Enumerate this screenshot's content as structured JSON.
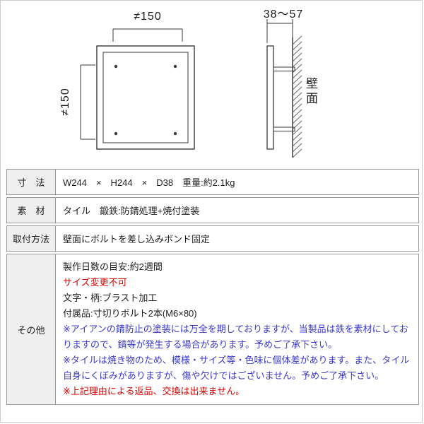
{
  "diagram": {
    "front_width_label": "≠150",
    "front_height_label": "≠150",
    "side_depth_label": "38〜57",
    "wall_label": "壁面"
  },
  "table": {
    "rows": [
      {
        "label": "寸　法",
        "value": "W244　×　H244　×　D38　重量:約2.1kg"
      },
      {
        "label": "素　材",
        "value": "タイル　鍛鉄:防錆処理+焼付塗装"
      },
      {
        "label": "取付方法",
        "value": "壁面にボルトを差し込みボンド固定"
      },
      {
        "label": "その他"
      }
    ],
    "other": {
      "lead_time": "製作日数の目安:約2週間",
      "size_notice": "サイズ変更不可",
      "finish": "文字・柄:ブラスト加工",
      "accessories": "付属品:寸切りボルト2本(M6×80)",
      "note_rust": "※アイアンの錆防止の塗装には万全を期しておりますが、当製品は鉄を素材にしておりますので、錆等が発生する場合があります。予めご了承下さい。",
      "note_tile": "※タイルは焼き物のため、模様・サイズ等・色味に個体差があります。また、タイル自身にくぼみがありますが、傷や欠けではございません。予めご了承下さい。",
      "note_return": "※上記理由による返品、交換は出来ません。"
    },
    "colors": {
      "red": "#dd0000",
      "blue": "#3a3ad1",
      "header_bg": "#efefef",
      "border": "#999999"
    }
  }
}
